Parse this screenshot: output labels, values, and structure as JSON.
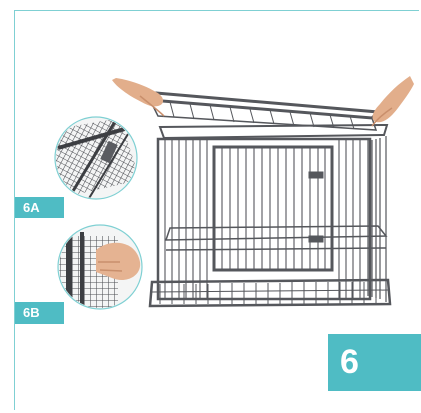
{
  "labels": {
    "detail_a": "6A",
    "detail_b": "6B",
    "step_number": "6"
  },
  "colors": {
    "accent": "#4fbcc4",
    "frame_line": "#7fd0d3",
    "wire": "#55575c"
  },
  "illustration": {
    "main": "dog-crate-lid-assembly",
    "detail_a": "corner-latch-closeup",
    "detail_b": "hand-fastening-side-panel-closeup"
  }
}
